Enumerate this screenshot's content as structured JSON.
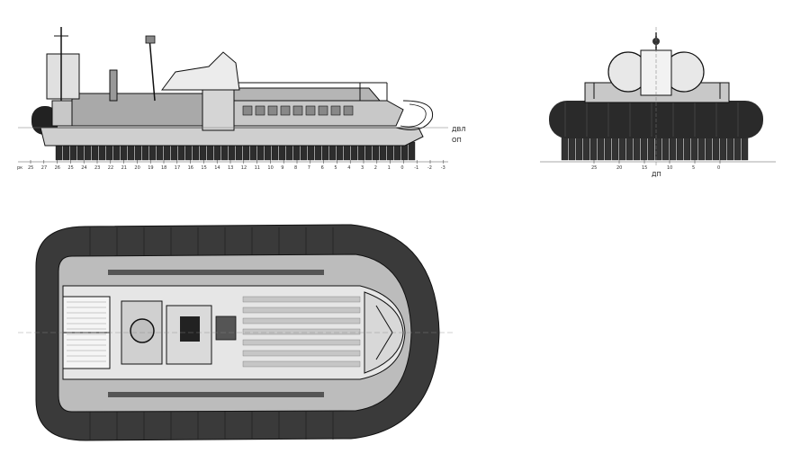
{
  "side_view": {
    "frame_ticks": [
      "25",
      "27",
      "26",
      "25",
      "24",
      "23",
      "22",
      "21",
      "20",
      "19",
      "18",
      "17",
      "16",
      "15",
      "14",
      "13",
      "12",
      "11",
      "10",
      "9",
      "8",
      "7",
      "6",
      "5",
      "4",
      "3",
      "2",
      "1",
      "0",
      "-1",
      "-2",
      "-3"
    ],
    "frame_prefix": "рк",
    "waterline_label": "ДВЛ",
    "baseline_label": "ОП"
  },
  "front_view": {
    "frame_ticks": [
      "25",
      "20",
      "15",
      "10",
      "5",
      "0"
    ],
    "centerline_label": "ДП"
  },
  "colors": {
    "skirt": "#2b2b2b",
    "hull": "#bdbdbd",
    "deck": "#d9d9d9",
    "line": "#111111"
  }
}
